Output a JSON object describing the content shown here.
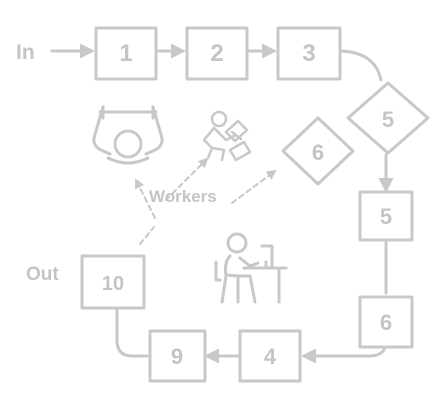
{
  "colors": {
    "stroke": "#c8c8c8",
    "text": "#c4c4c4",
    "fill": "#ffffff"
  },
  "labels": {
    "input": "In",
    "output": "Out",
    "workers": "Workers"
  },
  "steps": [
    "1",
    "2",
    "3",
    "5",
    "6",
    "5",
    "6",
    "4",
    "9",
    "10"
  ],
  "icons": [
    "worker-top-view-icon",
    "worker-at-workbench-icon",
    "worker-at-desk-icon"
  ]
}
